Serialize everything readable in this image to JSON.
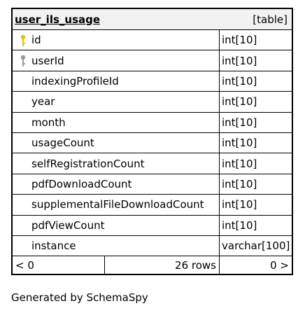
{
  "table": {
    "name": "user_ils_usage",
    "type_label": "[table]",
    "columns": [
      {
        "name": "id",
        "type": "int[10]",
        "key": "primary"
      },
      {
        "name": "userId",
        "type": "int[10]",
        "key": "foreign"
      },
      {
        "name": "indexingProfileId",
        "type": "int[10]",
        "key": ""
      },
      {
        "name": "year",
        "type": "int[10]",
        "key": ""
      },
      {
        "name": "month",
        "type": "int[10]",
        "key": ""
      },
      {
        "name": "usageCount",
        "type": "int[10]",
        "key": ""
      },
      {
        "name": "selfRegistrationCount",
        "type": "int[10]",
        "key": ""
      },
      {
        "name": "pdfDownloadCount",
        "type": "int[10]",
        "key": ""
      },
      {
        "name": "supplementalFileDownloadCount",
        "type": "int[10]",
        "key": ""
      },
      {
        "name": "pdfViewCount",
        "type": "int[10]",
        "key": ""
      },
      {
        "name": "instance",
        "type": "varchar[100]",
        "key": ""
      }
    ],
    "footer": {
      "parents": "< 0",
      "rows": "26 rows",
      "children": "0 >"
    }
  },
  "generator": "Generated by SchemaSpy",
  "colors": {
    "primary_key": "#e6c400",
    "foreign_key": "#9a9a9a",
    "header_bg": "#f2f2f2"
  }
}
